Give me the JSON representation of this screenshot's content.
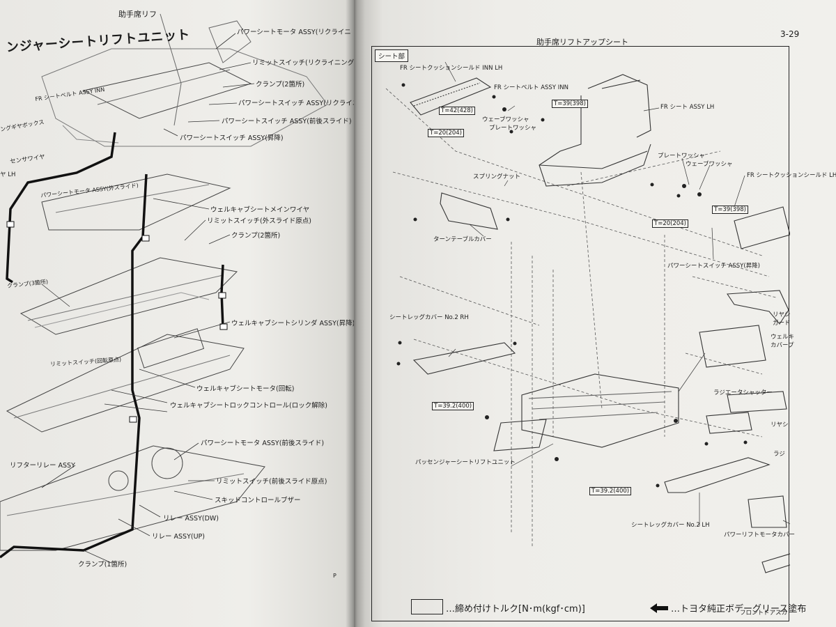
{
  "left": {
    "header": "助手席リフ",
    "title": "ンジャーシートリフトユニット",
    "page_mark": "P",
    "labels": [
      "パワーシートモータ ASSY(リクライニ",
      "リミットスイッチ(リクライニング原点)",
      "クランプ(2箇所)",
      "FR シートベルト ASSY INN",
      "パワーシートスイッチ ASSY(リクライニング",
      "パワーシートスイッチ ASSY(前後スライド)",
      "パワーシートスイッチ ASSY(昇降)",
      "ングギヤボックス",
      "センサワイヤ",
      "ヤ LH",
      "パワーシートモータ ASSY(外スライド)",
      "ウェルキャブシートメインワイヤ",
      "リミットスイッチ(外スライド原点)",
      "クランプ(2箇所)",
      "クランプ(3箇所)",
      "ウェルキャブシートシリンダ ASSY(昇降)",
      "リミットスイッチ(回転原点)",
      "ウェルキャブシートモータ(回転)",
      "ウェルキャブシートロックコントロール(ロック解除)",
      "パワーシートモータ ASSY(前後スライド)",
      "リフターリレー ASSY",
      "リミットスイッチ(前後スライド原点)",
      "スキッドコントロールブザー",
      "リレー ASSY(DW)",
      "リレー ASSY(UP)",
      "クランプ(1箇所)"
    ]
  },
  "right": {
    "header": "助手席リフトアップシート",
    "page_number": "3-29",
    "section_tag": "シート部",
    "labels": [
      "FR シートクッションシールド INN LH",
      "FR シートベルト ASSY INN",
      "ウェーブワッシャ",
      "プレートワッシャ",
      "FR シート ASSY LH",
      "スプリングナット",
      "プレートワッシャ",
      "ウェーブワッシャ",
      "FR シートクッションシールド LH",
      "ターンテーブルカバー",
      "パワーシートスイッチ ASSY(昇降)",
      "リヤシ",
      "ガード",
      "シートレッグカバー No.2 RH",
      "ウェルキ",
      "カバープ",
      "ラジエータシャッター",
      "リヤシ",
      "ラジ",
      "パッセンジャーシートリフトユニット",
      "シートレッグカバー No.2 LH",
      "パワーリフトモータカバー",
      "フロントドアスカ"
    ],
    "torque": [
      "T=42(428)",
      "T=39(398)",
      "T=20(204)",
      "T=20(204)",
      "T=39(398)",
      "T=39.2(400)",
      "T=39.2(400)"
    ],
    "legend": {
      "torque_text": "…締め付けトルク[N･m(kgf･cm)]",
      "grease_text": "…トヨタ純正ボデーグリース塗布"
    }
  }
}
